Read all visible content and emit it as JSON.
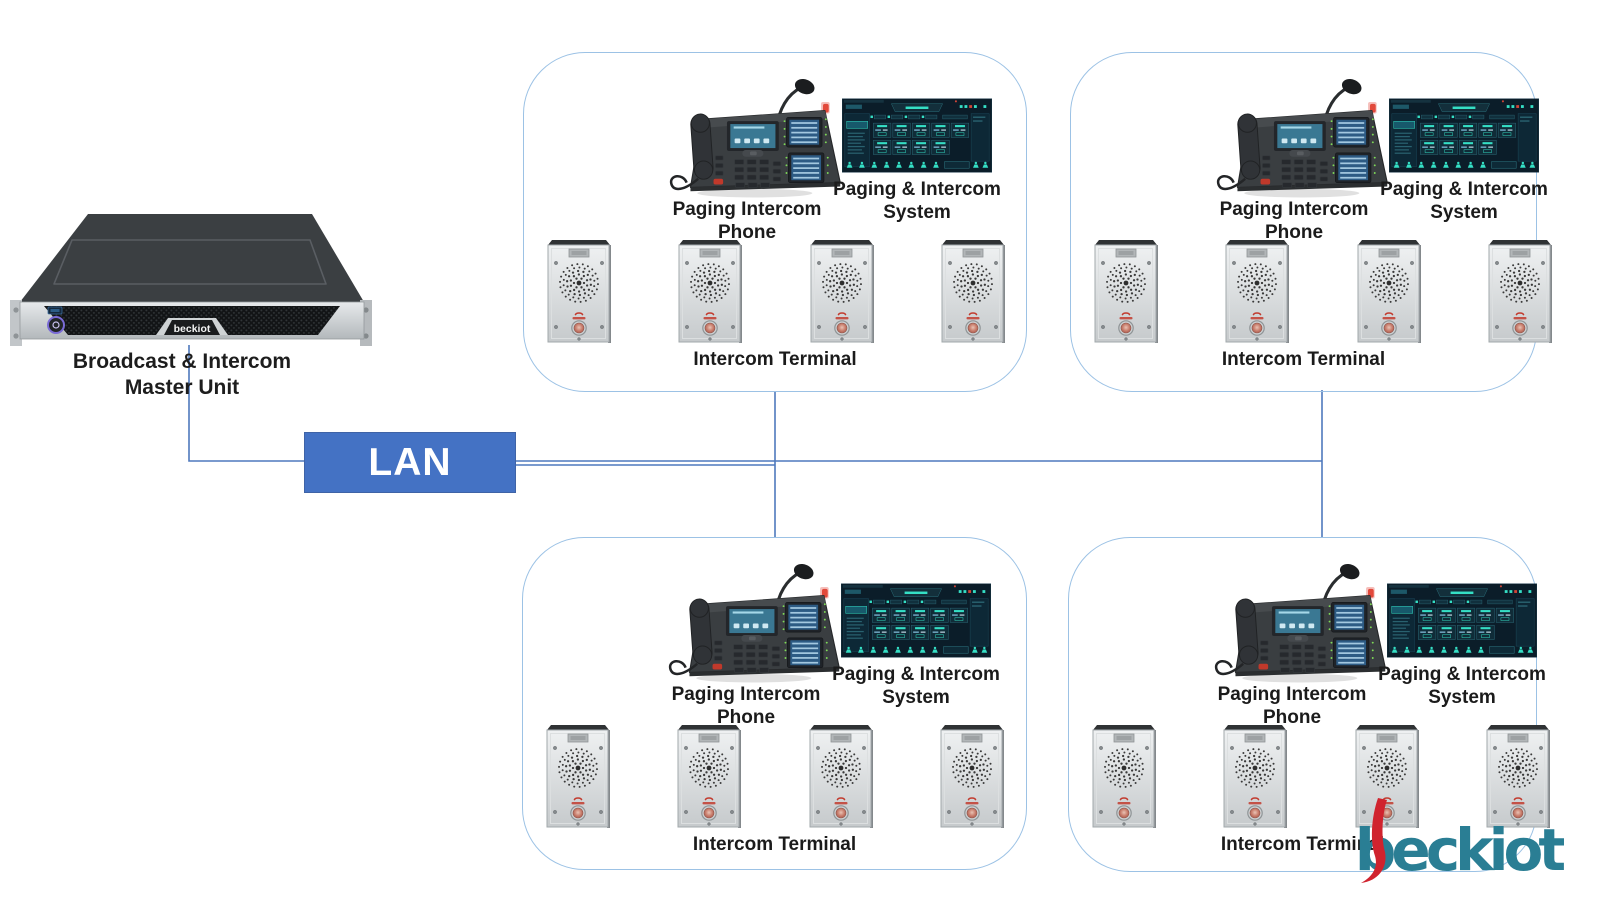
{
  "master_unit": {
    "label_line1": "Broadcast & Intercom",
    "label_line2": "Master Unit",
    "device_logo": "beckiot"
  },
  "lan": {
    "label": "LAN"
  },
  "groups": [
    {
      "name": "zone-top-left",
      "phone_label_line1": "Paging Intercom",
      "phone_label_line2": "Phone",
      "system_label_line1": "Paging & Intercom",
      "system_label_line2": "System",
      "terminal_label": "Intercom Terminal",
      "terminal_count": 4
    },
    {
      "name": "zone-top-right",
      "phone_label_line1": "Paging Intercom",
      "phone_label_line2": "Phone",
      "system_label_line1": "Paging & Intercom",
      "system_label_line2": "System",
      "terminal_label": "Intercom Terminal",
      "terminal_count": 4
    },
    {
      "name": "zone-bottom-left",
      "phone_label_line1": "Paging Intercom",
      "phone_label_line2": "Phone",
      "system_label_line1": "Paging & Intercom",
      "system_label_line2": "System",
      "terminal_label": "Intercom Terminal",
      "terminal_count": 4
    },
    {
      "name": "zone-bottom-right",
      "phone_label_line1": "Paging Intercom",
      "phone_label_line2": "Phone",
      "system_label_line1": "Paging & Intercom",
      "system_label_line2": "System",
      "terminal_label": "Intercom Terminal",
      "terminal_count": 4
    }
  ],
  "logo": {
    "text": "beckiot"
  },
  "colors": {
    "lan_fill": "#4472C4",
    "connector_blue": "#4f79bd",
    "zone_border": "#9cc2e5",
    "logo_teal": "#2a7e94",
    "logo_red": "#d0232e",
    "dashboard_bg": "#0b1d29",
    "dashboard_accent": "#35dfc5",
    "terminal_silver": "#d9dcde",
    "phone_body": "#3a3e41"
  }
}
